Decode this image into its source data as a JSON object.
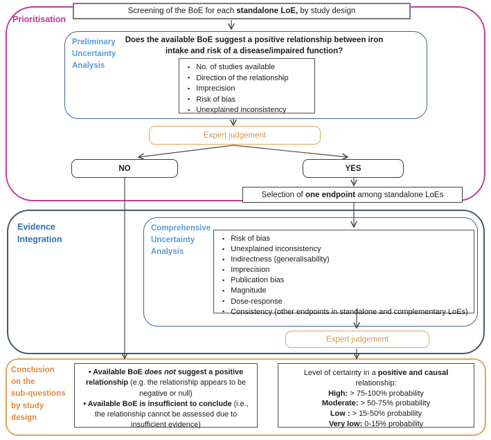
{
  "colors": {
    "magenta": "#bc3ba1",
    "light_blue_label": "#5b9bd5",
    "evidence_label_blue": "#2e74b5",
    "blue_box_border": "#41628f",
    "section_blue_border": "#47586e",
    "orange_border": "#e1a55e",
    "orange_text": "#d6974d",
    "conclusion_label_orange": "#df8a3f",
    "gray_box_border": "#4d4d4d"
  },
  "prioritisation": {
    "label": "Prioritisation",
    "screening_box_segments": [
      [
        "r",
        "Screening of the BoE for each "
      ],
      [
        "b",
        "standalone LoE,"
      ],
      [
        "r",
        " by study design"
      ]
    ],
    "preliminary_label_lines": [
      "Preliminary",
      "Uncertainty",
      "Analysis"
    ],
    "question_lines": [
      "Does the available BoE suggest a positive relationship between iron",
      "intake and risk of a disease/impaired function?"
    ],
    "screening_bullets": [
      "No. of studies available",
      "Direction of the relationship",
      "Imprecision",
      "Risk of bias",
      "Unexplained inconsistency"
    ],
    "expert_judgement_label": "Expert judgement",
    "no_label": "NO",
    "yes_label": "YES",
    "selection_box_segments": [
      [
        "r",
        "Selection of "
      ],
      [
        "b",
        "one endpoint"
      ],
      [
        "r",
        " among standalone LoEs"
      ]
    ]
  },
  "evidence_integration": {
    "label_lines": [
      "Evidence",
      "Integration"
    ],
    "comprehensive_label_lines": [
      "Comprehensive",
      "Uncertainty",
      "Analysis"
    ],
    "uncertainty_bullets": [
      "Risk of bias",
      "Unexplained inconsistency",
      "Indirectness (generalisability)",
      "Imprecision",
      "Publication bias",
      "Magnitude",
      "Dose-response",
      "Consistency (other endpoints in standalone and complementary LoEs)"
    ],
    "expert_judgement_label": "Expert judgement"
  },
  "conclusion": {
    "label_lines": [
      "Conclusion",
      "on the",
      "sub-questions",
      "by study",
      "design"
    ],
    "left_box_items": [
      [
        [
          "b",
          "•  Available BoE "
        ],
        [
          "bi",
          "does not"
        ],
        [
          "b",
          " suggest a positive relationship "
        ],
        [
          "r",
          "(e.g. the relationship appears to be negative or null)"
        ]
      ],
      [
        [
          "b",
          "•  Available BoE is insufficient to conclude "
        ],
        [
          "r",
          "(i.e., the relationship cannot be assessed due to insufficient evidence)"
        ]
      ]
    ],
    "right_box_lines": [
      [
        [
          "r",
          "Level of certainty in a "
        ],
        [
          "b",
          "positive and causal"
        ]
      ],
      [
        [
          "r",
          "relationship:"
        ]
      ],
      [
        [
          "b",
          "High:"
        ],
        [
          "r",
          " > 75-100% probability"
        ]
      ],
      [
        [
          "b",
          "Moderate:"
        ],
        [
          "r",
          " > 50-75% probability"
        ]
      ],
      [
        [
          "b",
          "Low :"
        ],
        [
          "r",
          " > 15-50% probability"
        ]
      ],
      [
        [
          "b",
          "Very low:"
        ],
        [
          "r",
          " 0-15% probability"
        ]
      ]
    ]
  }
}
